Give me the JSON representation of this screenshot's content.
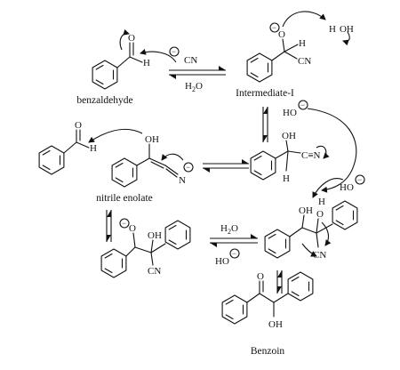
{
  "labels": {
    "benzaldehyde": "benzaldehyde",
    "intermediate_1": "Intermediate-I",
    "nitrile_enolate": "nitrile enolate",
    "benzoin": "Benzoin"
  },
  "reagents": {
    "cyanide": "CN",
    "water_1": "H",
    "water_1_sub": "2",
    "water_1_tail": "O",
    "water_2": "H",
    "water_2_sub": "2",
    "water_2_tail": "O",
    "hydroxide_1": "HO",
    "hydroxide_2": "HO",
    "hydroxide_3": "HO",
    "water_top": "H",
    "water_top_tail": "OH"
  },
  "atoms": {
    "o": "O",
    "h": "H",
    "cn": "CN",
    "oh": "OH",
    "n": "N",
    "c_triple_n": "C≡N",
    "minus": "−"
  }
}
